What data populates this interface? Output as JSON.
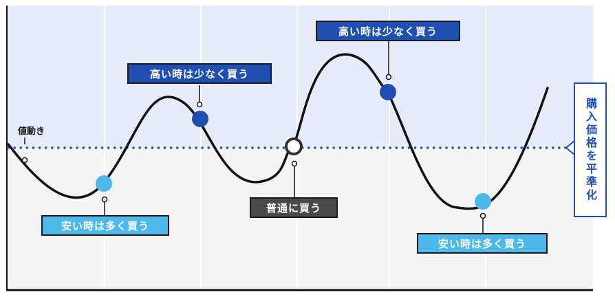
{
  "labels": {
    "price_movement": "値動き",
    "high_buy_less_1": "高い時は少なく買う",
    "high_buy_less_2": "高い時は少なく買う",
    "low_buy_more_1": "安い時は多く買う",
    "low_buy_more_2": "安い時は多く買う",
    "normal_buy": "普通に買う",
    "average_price": "購入価格を平準化"
  },
  "colors": {
    "upper_band": "#e6ecfa",
    "lower_band": "#f4f4f4",
    "dark_blue": "#1f4fb3",
    "light_blue": "#4db8ea",
    "gray": "#4a4a4a",
    "line": "#111111"
  }
}
